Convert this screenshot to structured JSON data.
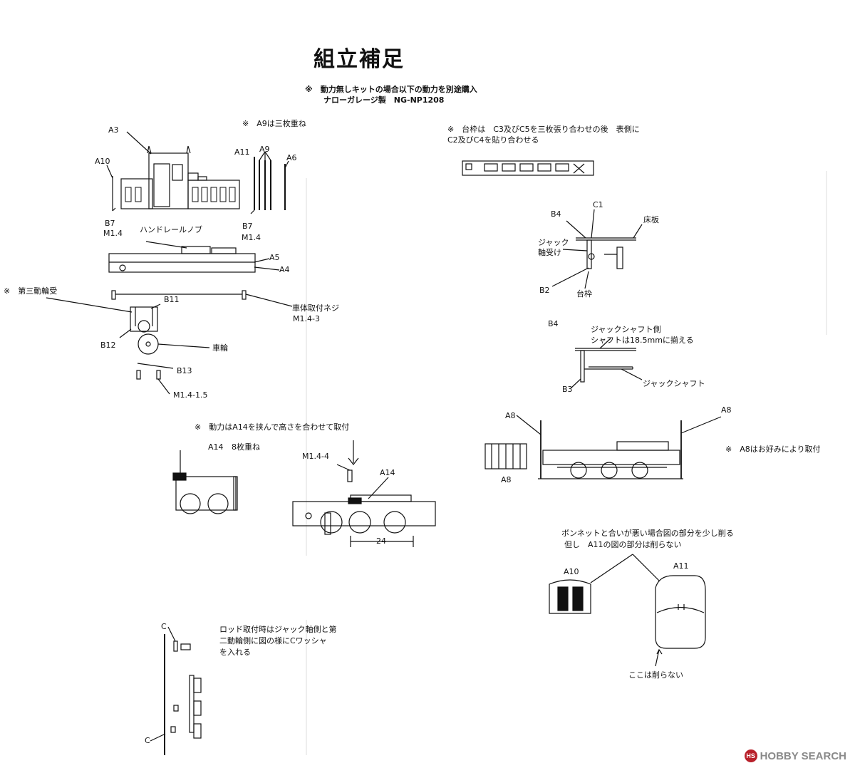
{
  "title": "組立補足",
  "subtitle_lines": [
    "※　動力無しキットの場合以下の動力を別途購入",
    "ナローガレージ製　NG-NP1208"
  ],
  "notes": {
    "a9": "※　A9は三枚重ね",
    "daiwaku_1": "※　台枠は　C3及びC5を三枚張り合わせの後　表側に",
    "daiwaku_2": "C2及びC4を貼り合わせる",
    "third_bearing": "※　第三動輪受",
    "power": "※　動力はA14を挟んで高さを合わせて取付",
    "a14_stack": "8枚重ね",
    "a8": "※　A8はお好みにより取付",
    "bonnet_1": "ボンネットと合いが悪い場合図の部分を少し削る",
    "bonnet_2": "但し　A11の図の部分は削らない",
    "rod_1": "ロッド取付時はジャック軸側と第",
    "rod_2": "二動輪側に図の様にCワッシャ",
    "rod_3": "を入れる",
    "jack_shaft_side_1": "ジャックシャフト側",
    "jack_shaft_side_2": "シャフトは18.5mmに揃える"
  },
  "labels": {
    "A3": "A3",
    "A10": "A10",
    "A11": "A11",
    "A9": "A9",
    "A6": "A6",
    "B7": "B7",
    "M1_4": "M1.4",
    "handrail": "ハンドレールノブ",
    "A5": "A5",
    "A4": "A4",
    "B11": "B11",
    "B12": "B12",
    "B13": "B13",
    "body_screw_1": "車体取付ネジ",
    "body_screw_2": "M1.4-3",
    "wheel": "車輪",
    "M1_4_1_5": "M1.4-1.5",
    "A14": "A14",
    "M1_4_4": "M1.4-4",
    "dim_24": "24",
    "B4": "B4",
    "C1": "C1",
    "floor": "床板",
    "jack_1": "ジャック",
    "jack_2": "軸受け",
    "B2": "B2",
    "frame": "台枠",
    "B3": "B3",
    "jack_shaft": "ジャックシャフト",
    "A8": "A8",
    "not_cut": "ここは削らない",
    "C": "C"
  },
  "watermark": {
    "logo": "HS",
    "text": "HOBBY SEARCH"
  }
}
